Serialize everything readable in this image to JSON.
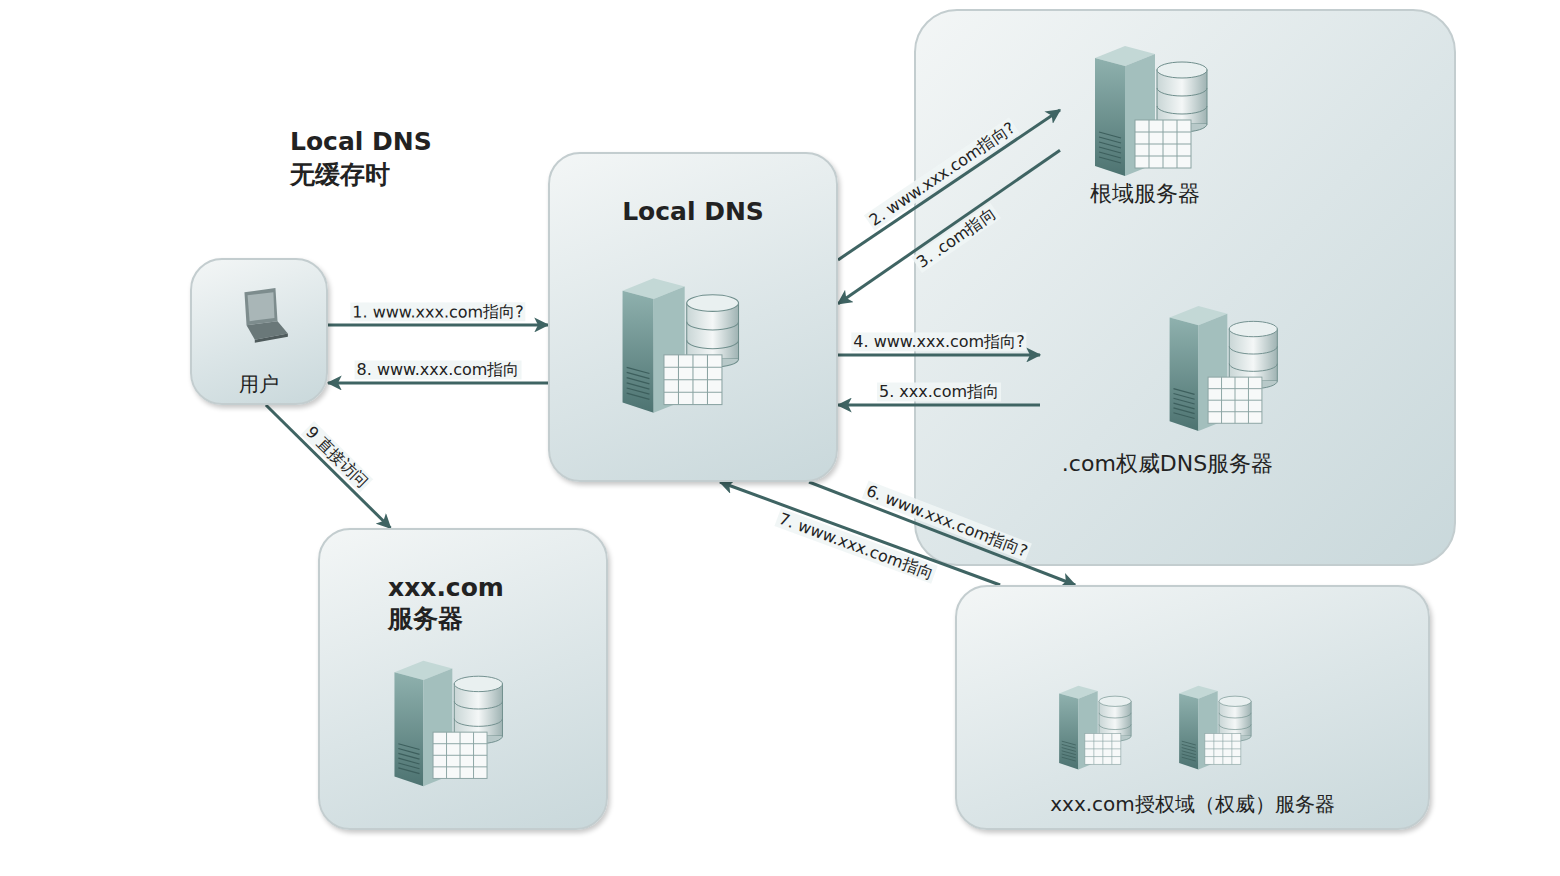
{
  "diagram": {
    "title": "Local DNS 无缓存时",
    "nodes": [
      {
        "text": [
          "用户"
        ]
      },
      {
        "text": [
          "Local DNS"
        ]
      },
      {
        "text": [
          "根域服务器"
        ]
      },
      {
        "text": [
          ".com权威DNS服务器"
        ]
      },
      {
        "text": [
          "xxx.com授权域（权威）服务器"
        ]
      },
      {
        "text": [
          "xxx.com 服务器"
        ]
      }
    ],
    "edges": [
      {
        "from": 0,
        "to": 1,
        "arrow": "to",
        "label": "1. www.xxx.com指向?"
      },
      {
        "from": 1,
        "to": 2,
        "arrow": "to",
        "label": "2. www.xxx.com指向?"
      },
      {
        "from": 2,
        "to": 1,
        "arrow": "to",
        "label": "3. .com指向"
      },
      {
        "from": 1,
        "to": 3,
        "arrow": "to",
        "label": "4. www.xxx.com指向?"
      },
      {
        "from": 3,
        "to": 1,
        "arrow": "to",
        "label": "5. xxx.com指向"
      },
      {
        "from": 1,
        "to": 4,
        "arrow": "to",
        "label": "6. www.xxx.com指向?"
      },
      {
        "from": 4,
        "to": 1,
        "arrow": "to",
        "label": "7. www.xxx.com指向"
      },
      {
        "from": 1,
        "to": 0,
        "arrow": "to",
        "label": "8. www.xxx.com指向"
      },
      {
        "from": 0,
        "to": 5,
        "arrow": "to",
        "label": "9 直接访问"
      }
    ]
  }
}
